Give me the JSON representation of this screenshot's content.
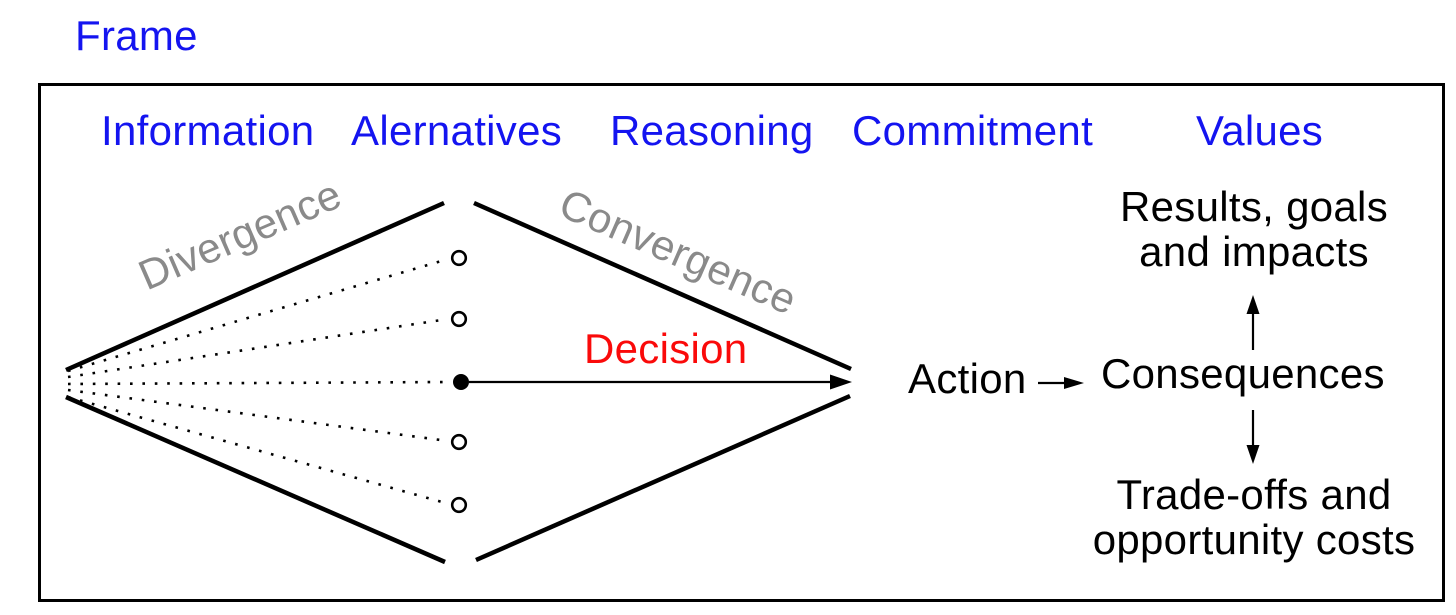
{
  "title": "Frame",
  "colors": {
    "header_blue": "#1414f0",
    "phase_gray": "#8a8a8a",
    "decision_red": "#fa0a0a",
    "line_black": "#000000"
  },
  "stage_headers": [
    "Information",
    "Alernatives",
    "Reasoning",
    "Commitment",
    "Values"
  ],
  "diamond": {
    "divergence_label": "Divergence",
    "convergence_label": "Convergence",
    "decision_label": "Decision",
    "alternative_nodes": {
      "open_circles": 4,
      "selected_filled_circle": 1
    }
  },
  "outcome": {
    "action_label": "Action",
    "consequences_label": "Consequences",
    "results_line1": "Results, goals",
    "results_line2": "and impacts",
    "tradeoffs_line1": "Trade-offs and",
    "tradeoffs_line2": "opportunity costs"
  }
}
